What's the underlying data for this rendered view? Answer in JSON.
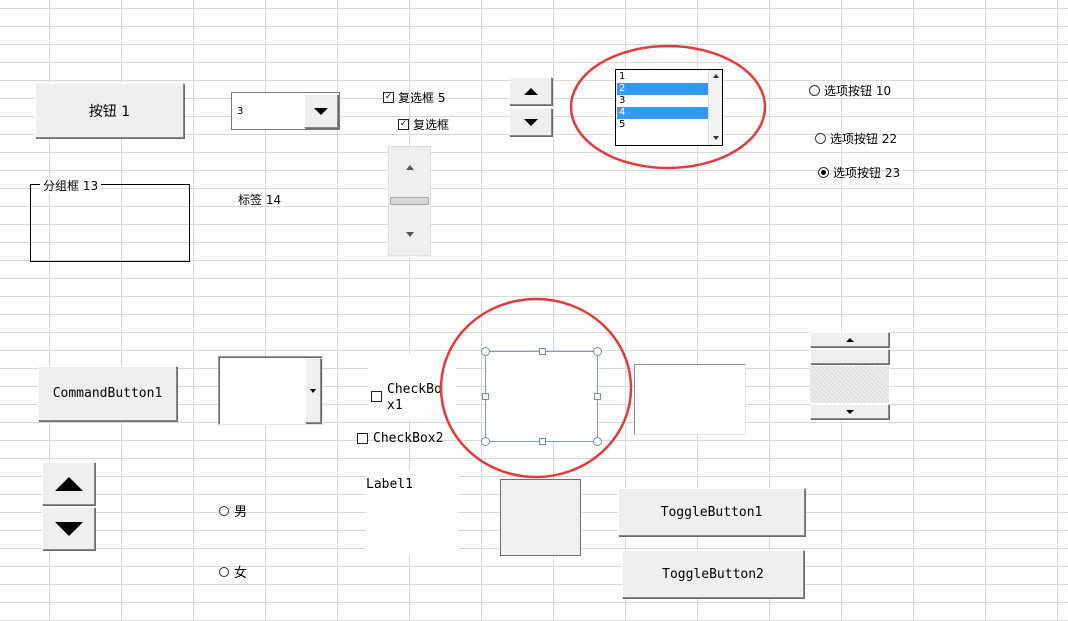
{
  "controls": {
    "form_button_label": "按钮 1",
    "combo_value": "3",
    "checkbox5_label": "复选框 5",
    "checkbox_label": "复选框",
    "groupbox_label": "分组框 13",
    "label14": "标签 14",
    "listbox_items": [
      "1",
      "2",
      "3",
      "4",
      "5"
    ],
    "listbox_selected": [
      "2",
      "4"
    ],
    "option10_label": "选项按钮 10",
    "option22_label": "选项按钮 22",
    "option23_label": "选项按钮 23"
  },
  "activex": {
    "command_button_label": "CommandButton1",
    "checkbox1_label_line1": "CheckBo",
    "checkbox1_label_line2": "x1",
    "checkbox2_label": "CheckBox2",
    "label1": "Label1",
    "option_male": "男",
    "option_female": "女",
    "toggle1_label": "ToggleButton1",
    "toggle2_label": "ToggleButton2"
  },
  "colors": {
    "highlight_circle": "#e8393a",
    "list_selection": "#3399ff",
    "selection_handle": "#6d8fb3"
  }
}
